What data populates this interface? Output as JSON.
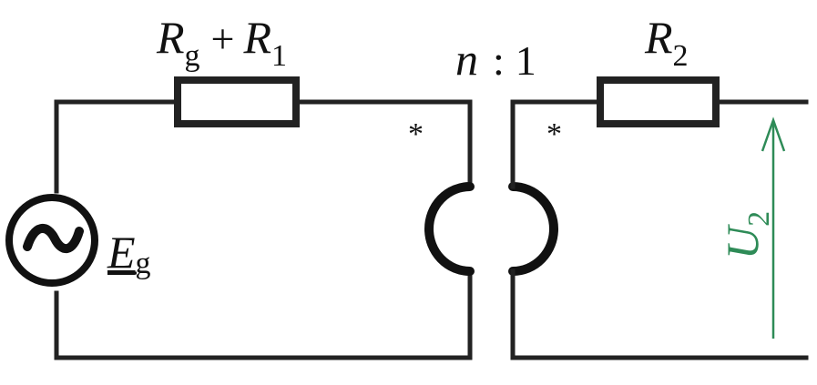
{
  "labels": {
    "r_gen_1_main": "R",
    "r_gen_1_sub": "g",
    "plus": "+",
    "r_gen_2_main": "R",
    "r_gen_2_sub": "1",
    "ratio_n": "n",
    "ratio_colon": ":",
    "ratio_one": "1",
    "r2_main": "R",
    "r2_sub": "2",
    "source_main": "E",
    "source_sub": "g",
    "source_symbol": "~",
    "dot_primary": "*",
    "dot_secondary": "*",
    "voltage_main": "U",
    "voltage_sub": "2"
  },
  "colors": {
    "wire": "#222222",
    "voltage": "#2e8b57"
  }
}
